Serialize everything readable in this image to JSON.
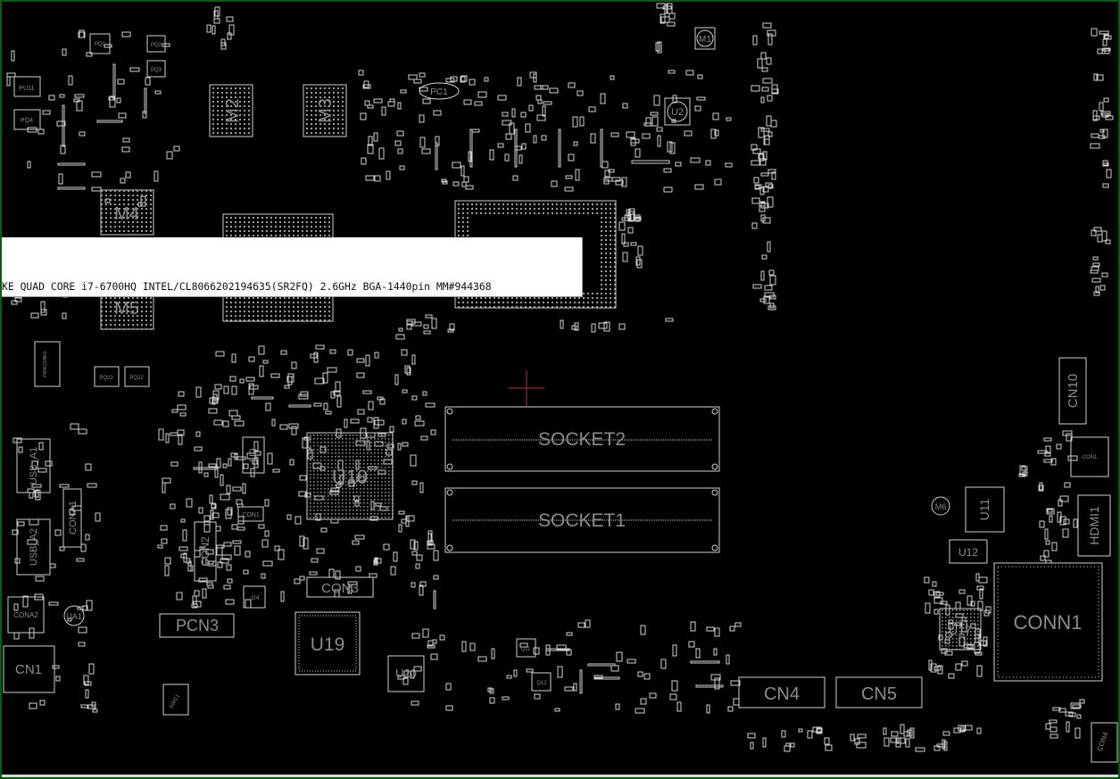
{
  "tooltip": {
    "text": "KE QUAD CORE i7-6700HQ INTEL/CL8066202194635(SR2FQ) 2.6GHz BGA-1440pin  MM#944368"
  },
  "labels": {
    "m1": "M1",
    "m2": "M2",
    "m3": "M3",
    "m4": "M4",
    "m5": "M5",
    "m6": "M6",
    "u2": "U2",
    "u9": "U9",
    "u10": "U10",
    "u11": "U11",
    "u12": "U12",
    "u17": "U17",
    "u19": "U19",
    "u20": "U20",
    "socket1": "SOCKET1",
    "socket2": "SOCKET2",
    "cn1": "CN1",
    "cn4": "CN4",
    "cn5": "CN5",
    "cn10": "CN10",
    "con1": "CON1",
    "con2": "CON2",
    "con3": "CON3",
    "conn1": "CONN1",
    "cona1": "CONA1",
    "cona2": "CONA2",
    "pcn3": "PCN3",
    "hdmi1": "HDMI1",
    "ua1": "UA1",
    "usb_a1": "USB_A1",
    "usb_a2": "USB_A2",
    "pu11": "PU11",
    "pq4": "PQ4",
    "pq1": "PQ1",
    "pq2": "PQ2",
    "pq3": "PQ3",
    "pq22": "PQ22",
    "pq23": "PQ23",
    "pc1": "PC1",
    "q11": "Q11",
    "q12": "Q12",
    "swc1": "SWC1",
    "con4": "CON4",
    "pwrconn": "PWRCONN1"
  },
  "colors": {
    "background": "#000000",
    "outline": "#d0d0d0",
    "label": "#8a8a8a",
    "cursor": "#b03a30",
    "frame": "#0b5a12"
  }
}
